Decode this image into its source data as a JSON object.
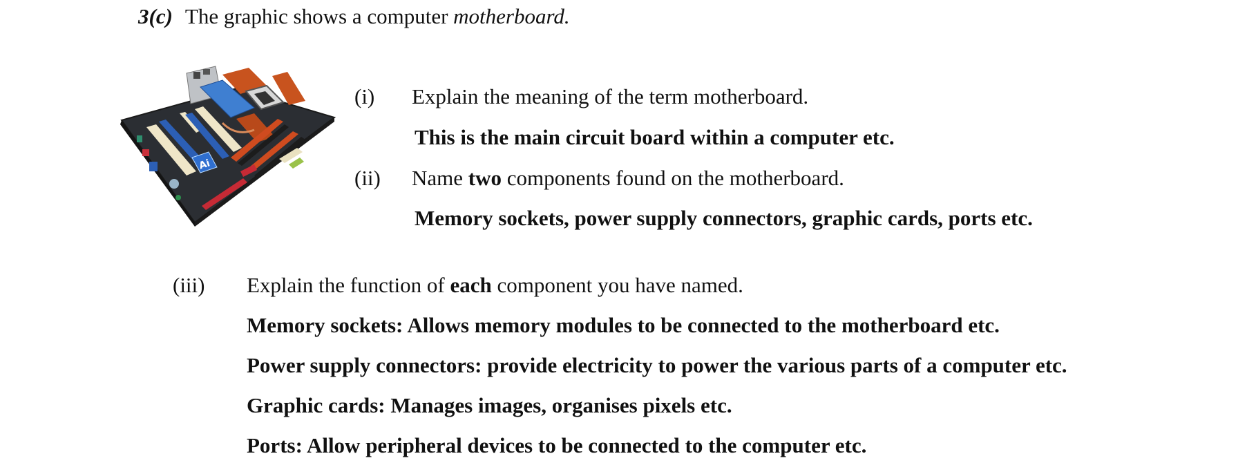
{
  "question": {
    "number": "3(c)",
    "intro_prefix": "The graphic shows a computer ",
    "intro_italic": "motherboard.",
    "image": {
      "alt": "computer motherboard photo",
      "icon": "motherboard-image"
    }
  },
  "parts": [
    {
      "label": "(i)",
      "prompt": [
        {
          "text": "Explain the meaning of the term motherboard.",
          "bold": false
        }
      ],
      "answer": "This is the main circuit board within a computer etc."
    },
    {
      "label": "(ii)",
      "prompt": [
        {
          "text": "Name ",
          "bold": false
        },
        {
          "text": "two",
          "bold": true
        },
        {
          "text": " components found on the motherboard.",
          "bold": false
        }
      ],
      "answer": "Memory sockets, power supply connectors, graphic cards, ports etc."
    },
    {
      "label": "(iii)",
      "prompt": [
        {
          "text": "Explain the function of ",
          "bold": false
        },
        {
          "text": "each",
          "bold": true
        },
        {
          "text": " component you have named.",
          "bold": false
        }
      ],
      "answers": [
        "Memory sockets: Allows memory modules to be connected to the motherboard etc.",
        "Power supply connectors: provide electricity to power the various parts of a computer etc.",
        "Graphic cards: Manages images, organises pixels etc.",
        "Ports: Allow peripheral devices to be connected to the computer etc."
      ]
    }
  ]
}
